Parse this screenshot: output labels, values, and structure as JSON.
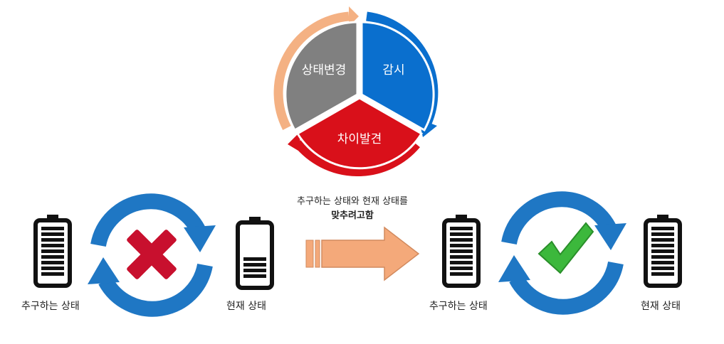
{
  "cycle": {
    "segments": [
      {
        "label": "상태변경",
        "color": "#808080",
        "arrow_color": "#f4b183"
      },
      {
        "label": "감시",
        "color": "#0a6fce",
        "arrow_color": "#0a6fce"
      },
      {
        "label": "차이발견",
        "color": "#d9101a",
        "arrow_color": "#d9101a"
      }
    ]
  },
  "left": {
    "battery_full_label": "추구하는 상태",
    "battery_low_label": "현재 상태",
    "status": "mismatch"
  },
  "middle": {
    "caption_line1": "추구하는 상태와 현재 상태를",
    "caption_line2": "맞추려고함"
  },
  "right": {
    "battery_full_label": "추구하는 상태",
    "battery_full2_label": "현재 상태",
    "status": "match"
  },
  "colors": {
    "cycle_blue": "#1f77c4",
    "cross_red": "#c8102e",
    "check_green": "#3cb83c",
    "arrow_orange": "#f4a97a",
    "battery": "#111111"
  }
}
